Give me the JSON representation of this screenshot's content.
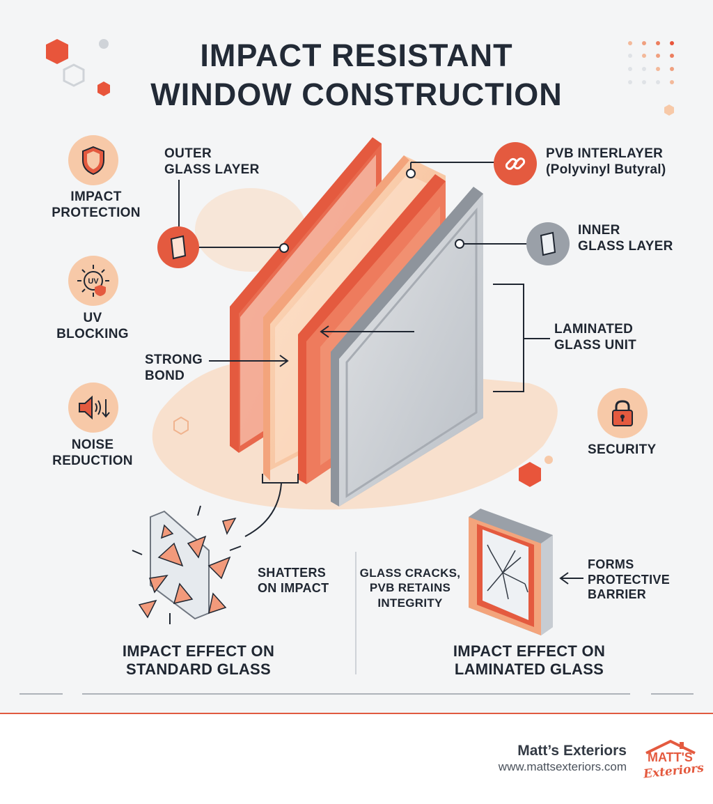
{
  "title": {
    "line1": "IMPACT RESISTANT",
    "line2": "WINDOW CONSTRUCTION"
  },
  "benefits": [
    {
      "line1": "IMPACT",
      "line2": "PROTECTION",
      "icon": "shield-icon"
    },
    {
      "line1": "UV",
      "line2": "BLOCKING",
      "icon": "uv-sun-icon",
      "icon_text": "UV"
    },
    {
      "line1": "NOISE",
      "line2": "REDUCTION",
      "icon": "speaker-icon"
    }
  ],
  "labels": {
    "outer_glass": {
      "line1": "OUTER",
      "line2": "GLASS LAYER"
    },
    "pvb": {
      "line1": "PVB INTERLAYER",
      "line2": "(Polyvinyl Butyral)"
    },
    "inner_glass": {
      "line1": "INNER",
      "line2": "GLASS LAYER"
    },
    "laminated_unit": {
      "line1": "LAMINATED",
      "line2": "GLASS UNIT"
    },
    "strong_bond": {
      "line1": "STRONG",
      "line2": "BOND"
    },
    "security": "SECURITY"
  },
  "standard": {
    "note_line1": "SHATTERS",
    "note_line2": "ON IMPACT",
    "caption_line1": "IMPACT EFFECT ON",
    "caption_line2": "STANDARD GLASS"
  },
  "laminated": {
    "note_line1": "GLASS CRACKS,",
    "note_line2": "PVB RETAINS",
    "note_line3": "INTEGRITY",
    "barrier_line1": "FORMS",
    "barrier_line2": "PROTECTIVE",
    "barrier_line3": "BARRIER",
    "caption_line1": "IMPACT EFFECT ON",
    "caption_line2": "LAMINATED GLASS"
  },
  "footer": {
    "company": "Matt’s Exteriors",
    "url": "www.mattsexteriors.com",
    "logo_line1": "MATT'S",
    "logo_line2": "Exteriors"
  },
  "colors": {
    "accent": "#e45a3f",
    "peach": "#f7c9a8",
    "dark": "#1f2631",
    "grey_glass": "#9aa0a8"
  }
}
